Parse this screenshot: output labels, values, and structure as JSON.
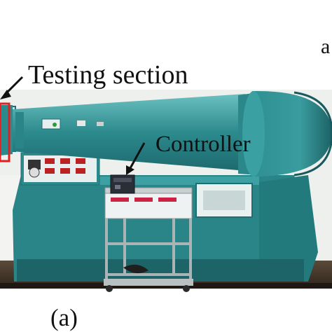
{
  "figure": {
    "panel_label": "(a)",
    "corner_fragment": "a",
    "annotations": {
      "testing_section": "Testing section",
      "controller": "Controller"
    },
    "colors": {
      "tunnel_body": "#2f8f92",
      "tunnel_shadow": "#1f6e72",
      "tunnel_highlight": "#5fb7b7",
      "highlight_box": "#e02020",
      "arrow": "#111111",
      "cart_frame": "#b9c2c4",
      "controller_box": "#2a2e36",
      "floor": "#3a3026"
    }
  }
}
